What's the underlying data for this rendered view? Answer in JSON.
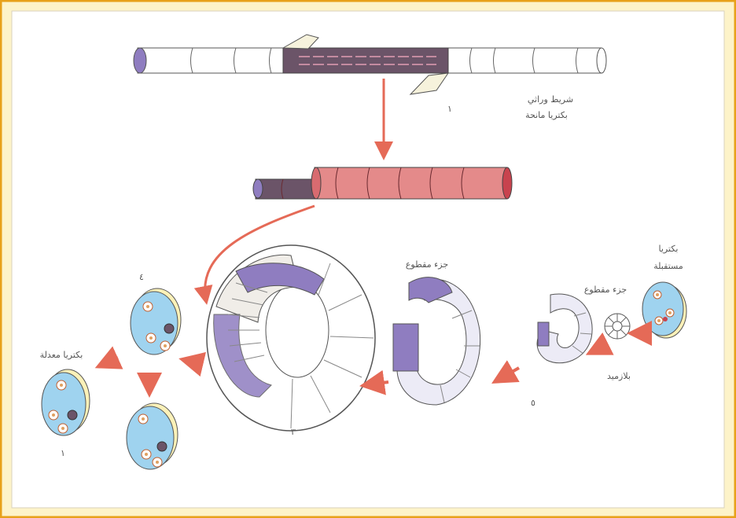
{
  "labels": {
    "dna_strand": "شريط وراثي",
    "donor_bacteria": "بكتريا مانحة",
    "recipient_bacteria": "بكتريا مستقبلة",
    "cut_piece_right": "جزء مقطوع",
    "cut_piece_middle": "جزء مقطوع",
    "plasmid": "بلازميد",
    "modified_bacteria": "بكتريا معدلة",
    "num_top": "١",
    "num_right_bottom": "٥",
    "num_ring": "٣",
    "num_left_top": "٤",
    "num_left_bottom": "١"
  },
  "colors": {
    "background": "#fdf3c9",
    "border": "#e8a11a",
    "purple": "#8f7dc0",
    "red_dark": "#c8434e",
    "cell_blue": "#9fd3ef",
    "arrow": "#e56a57"
  }
}
